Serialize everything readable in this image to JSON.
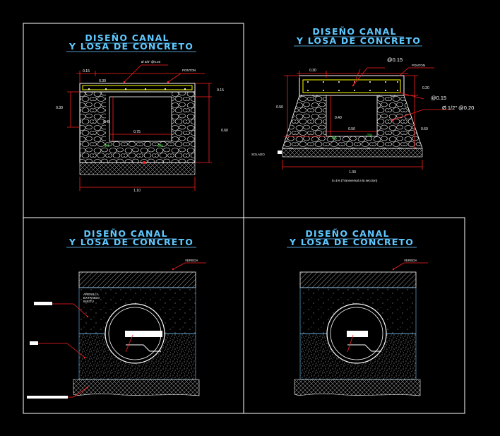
{
  "colors": {
    "background": "#000000",
    "title": "#5ec8ff",
    "dimension": "#ff2020",
    "rebar": "#ffff00",
    "slope": "#40ff40"
  },
  "panels": [
    {
      "title1": "DISEÑO CANAL",
      "title2": "Y  LOSA DE CONCRETO",
      "labels": {
        "ponton": "PONTON",
        "rebar": "Ø 3/8\" @0.20"
      },
      "dims": {
        "left_cover": "0.15",
        "top_span": "0.30",
        "slab": "0.15",
        "height_left": "0.30",
        "inner_h": "0.45",
        "inner_w": "0.75",
        "height_right": "0.60",
        "total_w": "1.10"
      },
      "slopes": {
        "left": "-1%",
        "right": "-1%"
      }
    },
    {
      "title1": "DISEÑO CANAL",
      "title2": "Y  LOSA DE CONCRETO",
      "labels": {
        "stirrup": "@0.15",
        "ponton": "PONTON",
        "rebar_a": "@0.15",
        "rebar_b": "Ø 1/2\" @0.20",
        "solado": "SOLADO"
      },
      "dims": {
        "top_span": "0.30",
        "slab": "0.20",
        "height_left": "0.50",
        "inner_h": "0.40",
        "inner_w": "0.50",
        "height_right": "0.60",
        "total_w": "1.30"
      },
      "slopes": {
        "left": "-1%",
        "right": "-1%"
      },
      "note": "S=1% (Transversal a la seccion)"
    },
    {
      "title1": "DISEÑO CANAL",
      "title2": "Y  LOSA DE CONCRETO",
      "labels": {
        "vereda": "VEREDA",
        "fill1": "ARENILLA",
        "fill2": "EXTRAIDO",
        "fill3": "INSITU"
      }
    },
    {
      "title1": "DISEÑO CANAL",
      "title2": "Y  LOSA DE CONCRETO",
      "labels": {
        "vereda": "VEREDA"
      }
    }
  ]
}
